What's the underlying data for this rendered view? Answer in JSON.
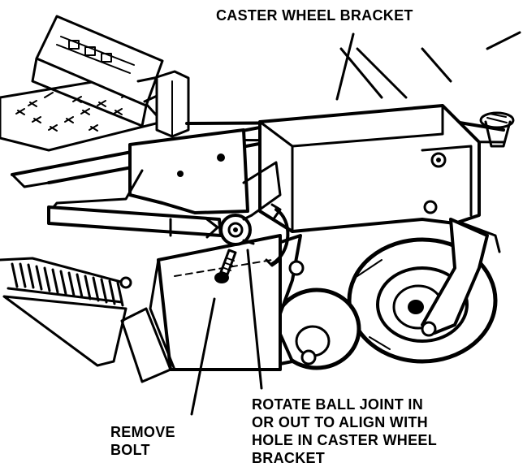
{
  "labels": {
    "caster_wheel_bracket": "CASTER WHEEL BRACKET",
    "remove_bolt": [
      "REMOVE",
      "BOLT"
    ],
    "rotate_ball_joint": [
      "ROTATE BALL JOINT IN",
      "OR OUT TO ALIGN WITH",
      "HOLE IN CASTER WHEEL",
      "BRACKET"
    ]
  }
}
